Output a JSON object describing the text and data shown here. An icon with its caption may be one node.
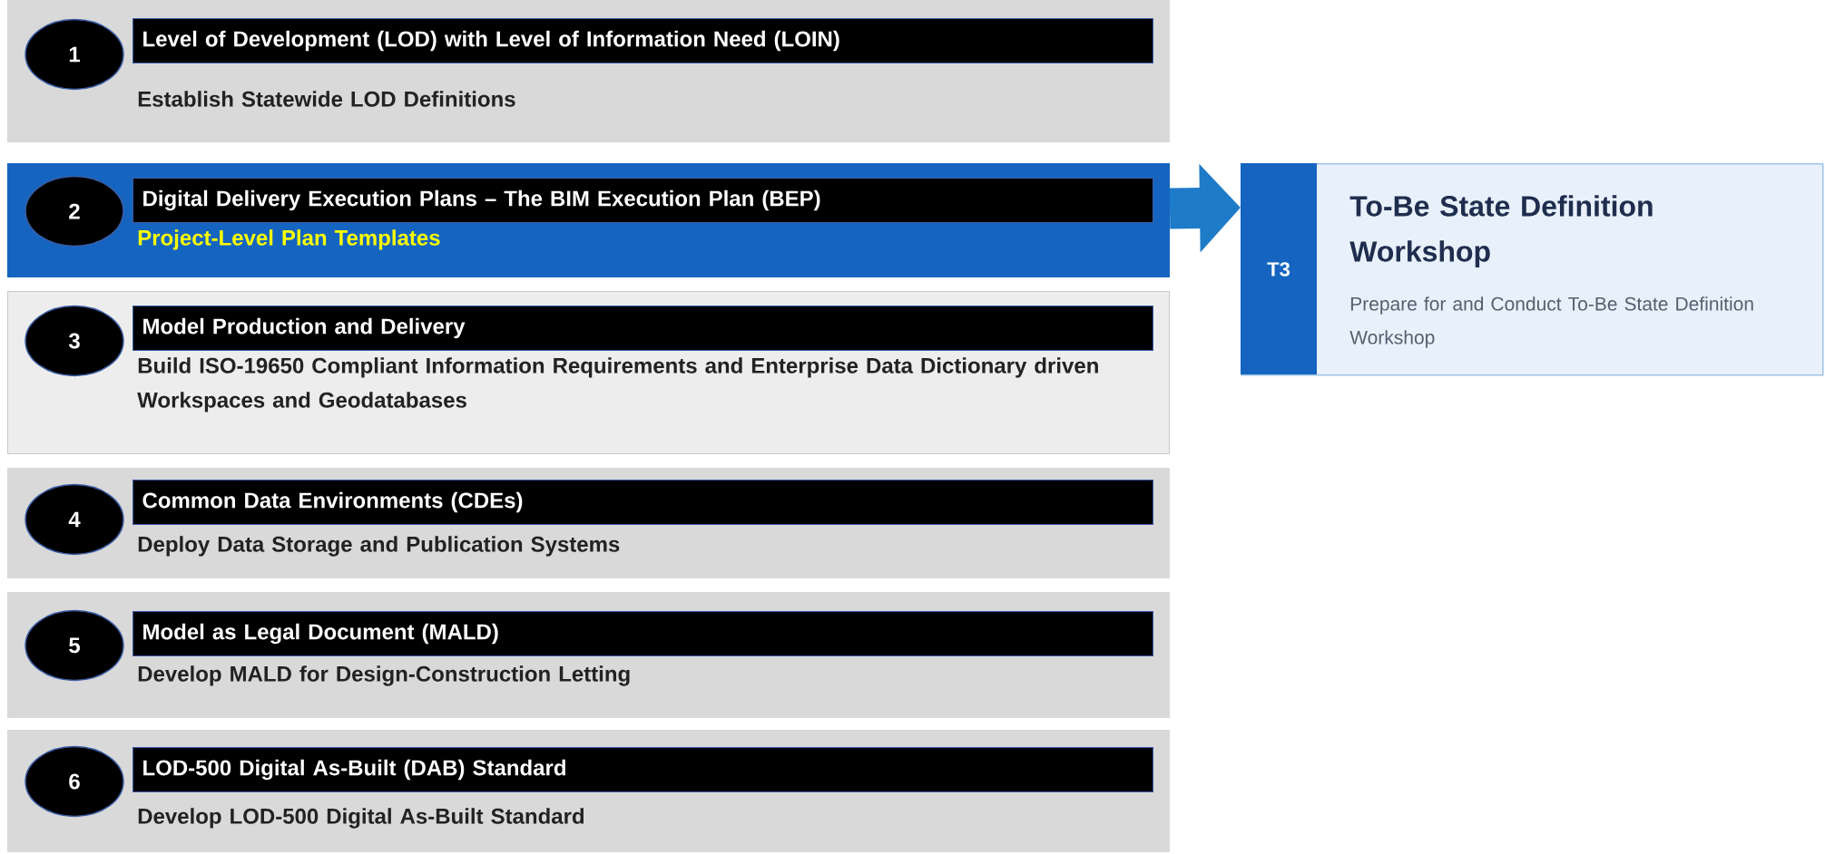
{
  "diagram": {
    "nodes": [
      {
        "text": [
          "Level of Development (LOD) with Level of Information Need (LOIN)",
          "Establish Statewide LOD Definitions"
        ]
      },
      {
        "text": [
          "1"
        ],
        "in": 0
      },
      {
        "text": [
          "Digital Delivery Execution Plans – The BIM Execution Plan (BEP)",
          "Project-Level Plan Templates"
        ]
      },
      {
        "text": [
          "2"
        ],
        "in": 2
      },
      {
        "text": [
          "Model Production and Delivery",
          "Build ISO-19650 Compliant Information Requirements and Enterprise Data Dictionary driven Workspaces and Geodatabases"
        ]
      },
      {
        "text": [
          "3"
        ],
        "in": 4
      },
      {
        "text": [
          "Common Data Environments (CDEs)",
          "Deploy Data Storage and Publication Systems"
        ]
      },
      {
        "text": [
          "4"
        ],
        "in": 6
      },
      {
        "text": [
          "Model as Legal Document (MALD)",
          "Develop MALD for Design-Construction Letting"
        ]
      },
      {
        "text": [
          "5"
        ],
        "in": 8
      },
      {
        "text": [
          "LOD-500 Digital As-Built (DAB) Standard",
          "Develop LOD-500 Digital As-Built Standard"
        ]
      },
      {
        "text": [
          "6"
        ],
        "in": 10
      },
      {
        "text": [
          "T3",
          "To-Be State Definition Workshop",
          "Prepare for and Conduct To-Be State Definition Workshop"
        ]
      }
    ],
    "edges": [
      {
        "from": 2,
        "to": 12,
        "arrow": "to"
      }
    ]
  }
}
